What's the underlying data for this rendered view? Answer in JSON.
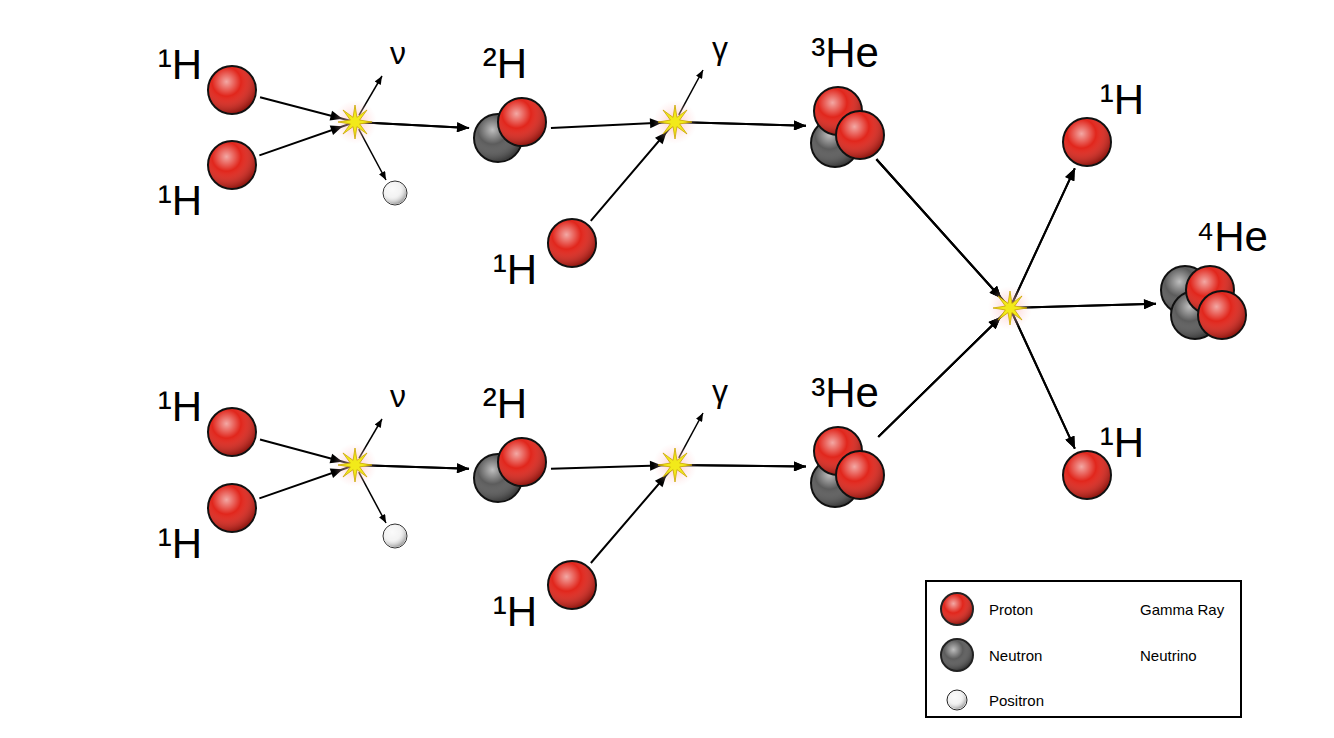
{
  "diagram": {
    "nodes": [
      {
        "text": [
          "¹H"
        ]
      },
      {
        "text": [
          "¹H"
        ]
      },
      {
        "text": [
          "²H"
        ]
      },
      {
        "text": [
          "¹H"
        ]
      },
      {
        "text": [
          "³He"
        ]
      },
      {
        "text": [
          "¹H"
        ]
      },
      {
        "text": [
          "¹H"
        ]
      },
      {
        "text": [
          "²H"
        ]
      },
      {
        "text": [
          "¹H"
        ]
      },
      {
        "text": [
          "³He"
        ]
      },
      {
        "text": [
          "¹H"
        ]
      },
      {
        "text": [
          "⁴He"
        ]
      },
      {
        "text": [
          "¹H"
        ]
      }
    ],
    "edges": [
      {
        "from": 0,
        "to": 2,
        "arrow": "to"
      },
      {
        "from": 1,
        "to": 2,
        "arrow": "to"
      },
      {
        "from": 2,
        "to": 4,
        "arrow": "to"
      },
      {
        "from": 3,
        "to": 4,
        "arrow": "to"
      },
      {
        "from": 5,
        "to": 7,
        "arrow": "to"
      },
      {
        "from": 6,
        "to": 7,
        "arrow": "to"
      },
      {
        "from": 7,
        "to": 9,
        "arrow": "to"
      },
      {
        "from": 8,
        "to": 9,
        "arrow": "to"
      },
      {
        "from": 4,
        "to": 10,
        "arrow": "to"
      },
      {
        "from": 4,
        "to": 11,
        "arrow": "to"
      },
      {
        "from": 4,
        "to": 12,
        "arrow": "to"
      },
      {
        "from": 9,
        "to": 10,
        "arrow": "to"
      },
      {
        "from": 9,
        "to": 11,
        "arrow": "to"
      },
      {
        "from": 9,
        "to": 12,
        "arrow": "to"
      }
    ],
    "labels": [
      "ν",
      "γ",
      "ν",
      "γ",
      "γ",
      "ν"
    ],
    "legend": [
      {
        "text": "Proton",
        "color": "#e1261c"
      },
      {
        "text": "Neutron",
        "color": "#5c5c5c"
      },
      {
        "text": "Positron",
        "color": "#f4f4f4"
      },
      {
        "text": "Gamma Ray"
      },
      {
        "text": "Neutrino"
      }
    ]
  }
}
